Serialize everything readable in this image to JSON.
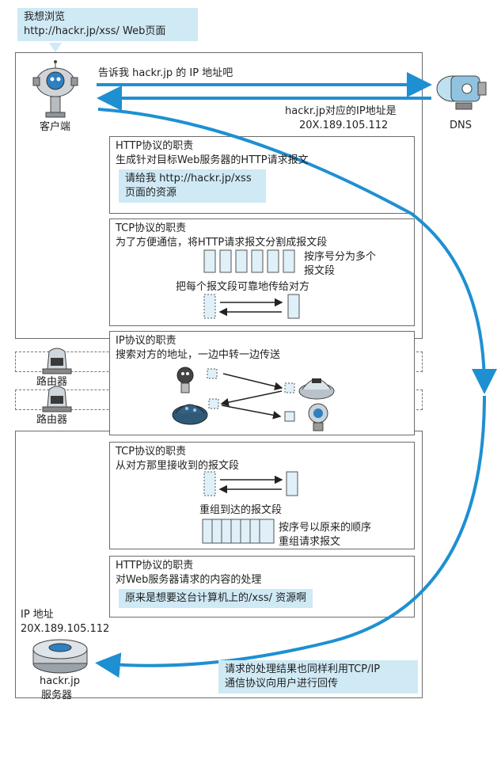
{
  "bubble": {
    "line1": "我想浏览",
    "line2": "http://hackr.jp/xss/ Web页面"
  },
  "client": {
    "label": "客户端"
  },
  "dns": {
    "label": "DNS"
  },
  "request_msg": "告诉我 hackr.jp 的 IP 地址吧",
  "response_msg": {
    "line1": "hackr.jp对应的IP地址是",
    "line2": "20X.189.105.112"
  },
  "http_request": {
    "title": "HTTP协议的职责",
    "desc": "生成针对目标Web服务器的HTTP请求报文",
    "note_line1": "请给我 http://hackr.jp/xss",
    "note_line2": "页面的资源"
  },
  "tcp_send": {
    "title": "TCP协议的职责",
    "desc": "为了方便通信，将HTTP请求报文分割成报文段",
    "seq_line1": "按序号分为多个",
    "seq_line2": "报文段",
    "reliable": "把每个报文段可靠地传给对方"
  },
  "ip": {
    "title": "IP协议的职责",
    "desc": "搜索对方的地址，一边中转一边传送"
  },
  "routers": [
    "路由器",
    "路由器"
  ],
  "tcp_recv": {
    "title": "TCP协议的职责",
    "desc": "从对方那里接收到的报文段",
    "reassemble": "重组到达的报文段",
    "order_line1": "按序号以原来的顺序",
    "order_line2": "重组请求报文"
  },
  "http_server": {
    "title": "HTTP协议的职责",
    "desc": "对Web服务器请求的内容的处理",
    "note": "原来是想要这台计算机上的/xss/ 资源啊"
  },
  "server": {
    "ip_label": "IP 地址",
    "ip_value": "20X.189.105.112",
    "name_line1": "hackr.jp",
    "name_line2": "服务器"
  },
  "reply_note": {
    "line1": "请求的处理结果也同样利用TCP/IP",
    "line2": "通信协议向用户进行回传"
  },
  "colors": {
    "accent": "#1e90d2",
    "bubble": "#cfe9f5",
    "border": "#6b6b6b"
  }
}
